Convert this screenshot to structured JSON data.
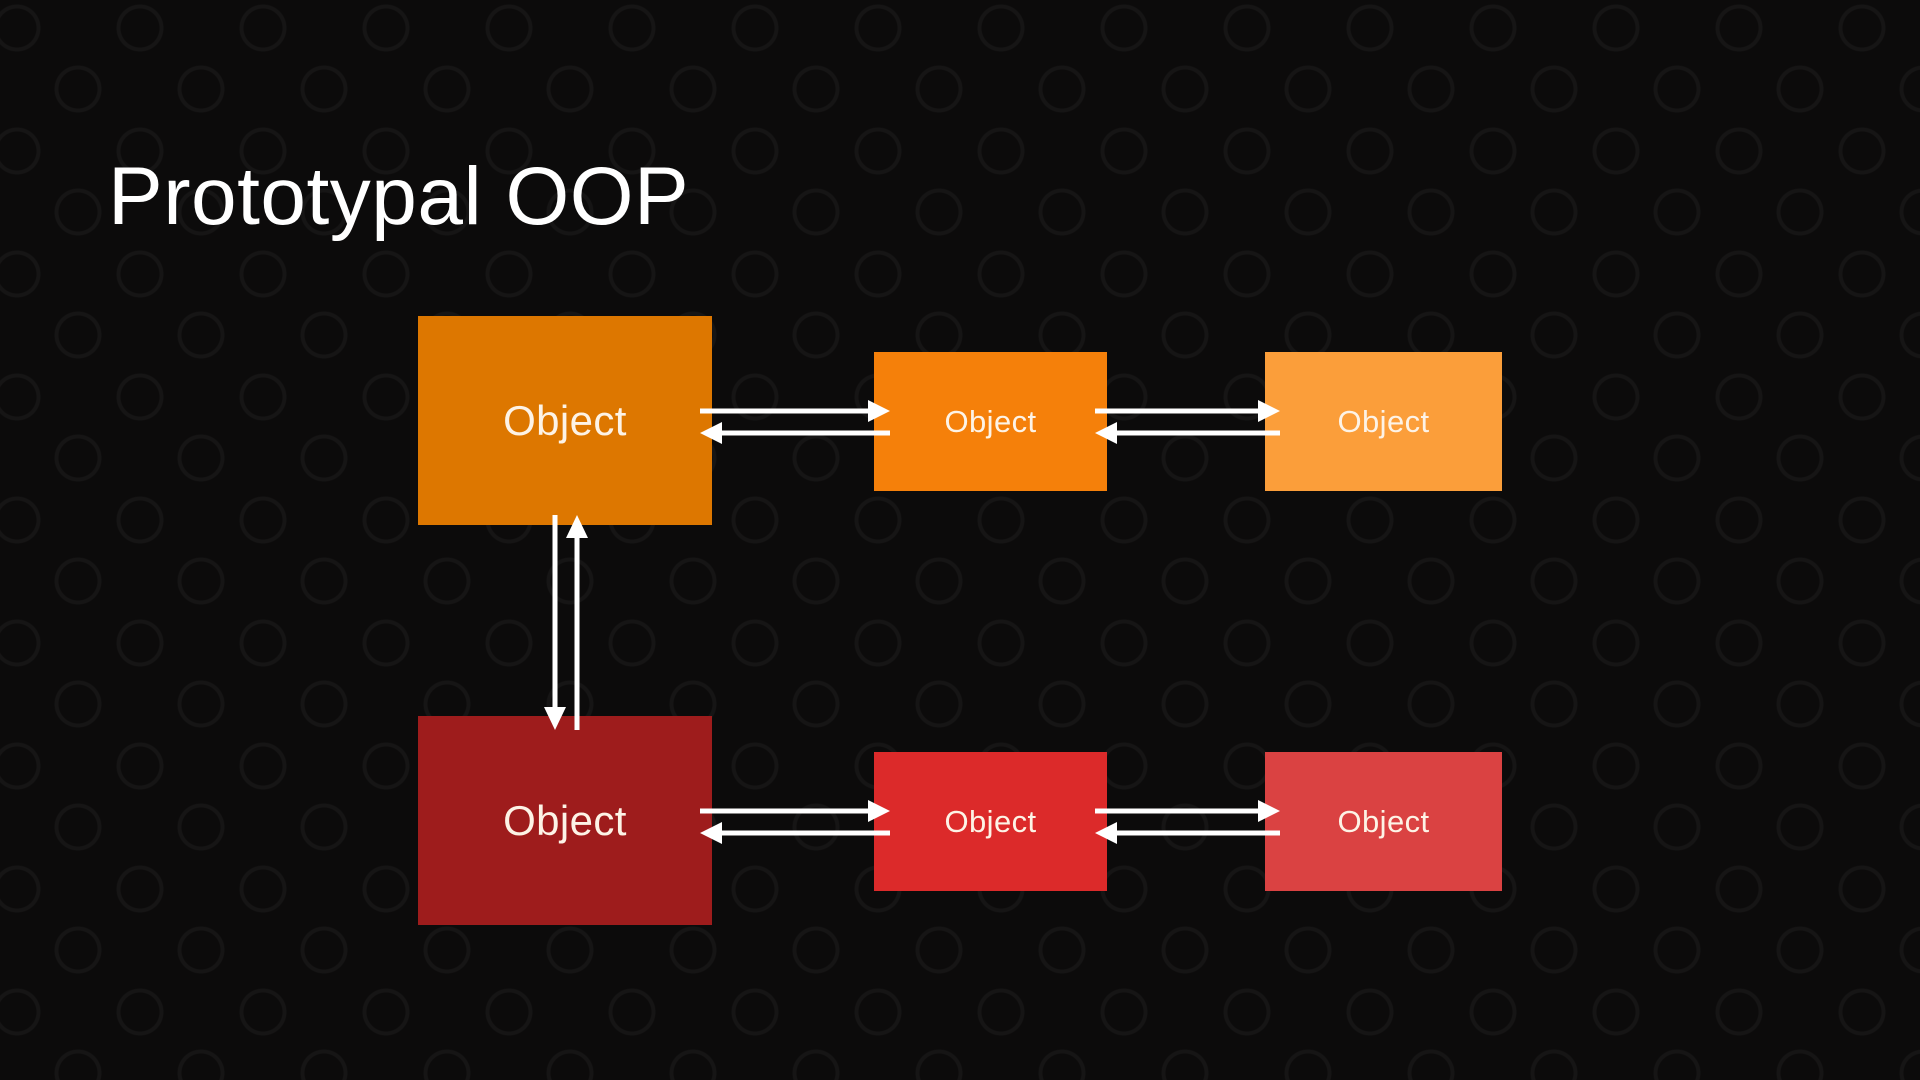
{
  "slide": {
    "title": "Prototypal OOP",
    "background_color": "#0c0b0b",
    "pattern": "faint-ring-grid"
  },
  "diagram": {
    "rows": [
      {
        "name": "prototype-chain-orange",
        "nodes": [
          {
            "label": "Object",
            "color": "#dd7700",
            "size": "large",
            "role": "root"
          },
          {
            "label": "Object",
            "color": "#f5800a",
            "size": "medium",
            "role": "prototype"
          },
          {
            "label": "Object",
            "color": "#fb9e3a",
            "size": "medium",
            "role": "prototype-of-prototype"
          }
        ]
      },
      {
        "name": "prototype-chain-red",
        "nodes": [
          {
            "label": "Object",
            "color": "#9e1c1c",
            "size": "large",
            "role": "root"
          },
          {
            "label": "Object",
            "color": "#dc2a2a",
            "size": "medium",
            "role": "prototype"
          },
          {
            "label": "Object",
            "color": "#da4242",
            "size": "medium",
            "role": "prototype-of-prototype"
          }
        ]
      }
    ],
    "connectors": [
      {
        "name": "orange-root-to-parent",
        "direction": "bidirectional",
        "orientation": "horizontal"
      },
      {
        "name": "orange-parent-to-grandparent",
        "direction": "bidirectional",
        "orientation": "horizontal"
      },
      {
        "name": "red-root-to-parent",
        "direction": "bidirectional",
        "orientation": "horizontal"
      },
      {
        "name": "red-parent-to-grandparent",
        "direction": "bidirectional",
        "orientation": "horizontal"
      },
      {
        "name": "orange-root-to-red-root",
        "direction": "bidirectional",
        "orientation": "vertical"
      }
    ],
    "arrow_color": "#ffffff",
    "label_color": "#fdf3e6"
  }
}
